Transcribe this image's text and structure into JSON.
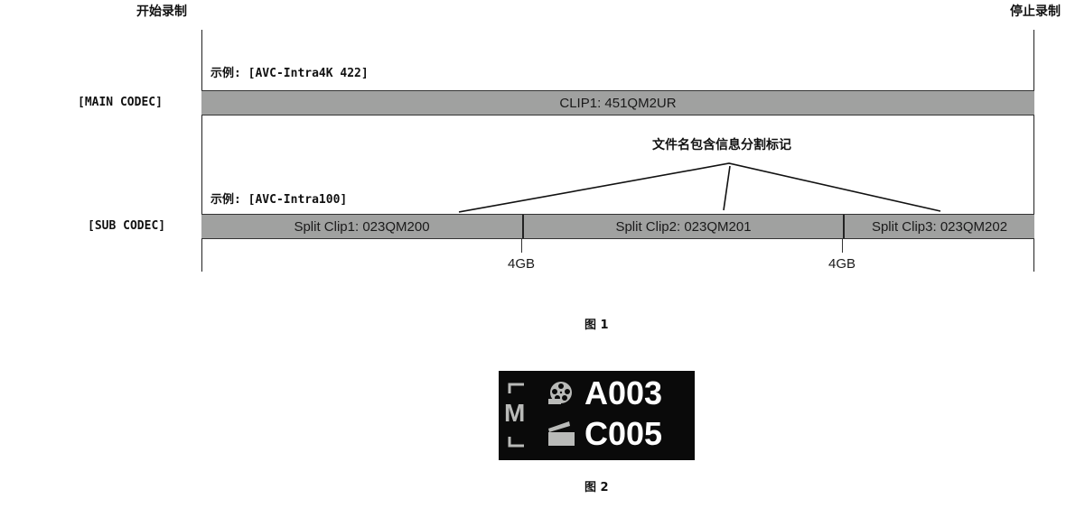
{
  "header": {
    "start_label": "开始录制",
    "stop_label": "停止录制"
  },
  "main_codec": {
    "row_label": "[MAIN CODEC]",
    "example": "示例: [AVC-Intra4K 422]",
    "clip": "CLIP1: 451QM2UR"
  },
  "annotation": {
    "text": "文件名包含信息分割标记"
  },
  "sub_codec": {
    "row_label": "[SUB CODEC]",
    "example": "示例: [AVC-Intra100]",
    "clips": [
      {
        "label": "Split Clip1: 023QM200"
      },
      {
        "label": "Split Clip2: 023QM201"
      },
      {
        "label": "Split Clip3: 023QM202"
      }
    ],
    "split_markers": [
      "4GB",
      "4GB"
    ]
  },
  "figure1": {
    "caption": "图 1"
  },
  "figure2": {
    "caption": "图 2",
    "mode_letter": "M",
    "reel_icon": "film-reel-icon",
    "clapper_icon": "clapperboard-icon",
    "reel_number": "A003",
    "clip_number": "C005",
    "colors": {
      "background": "#0a0a0a",
      "icon_gray": "#b9bab8",
      "text": "#ffffff"
    }
  },
  "colors": {
    "bar_fill": "#a0a1a0",
    "line": "#222222"
  }
}
